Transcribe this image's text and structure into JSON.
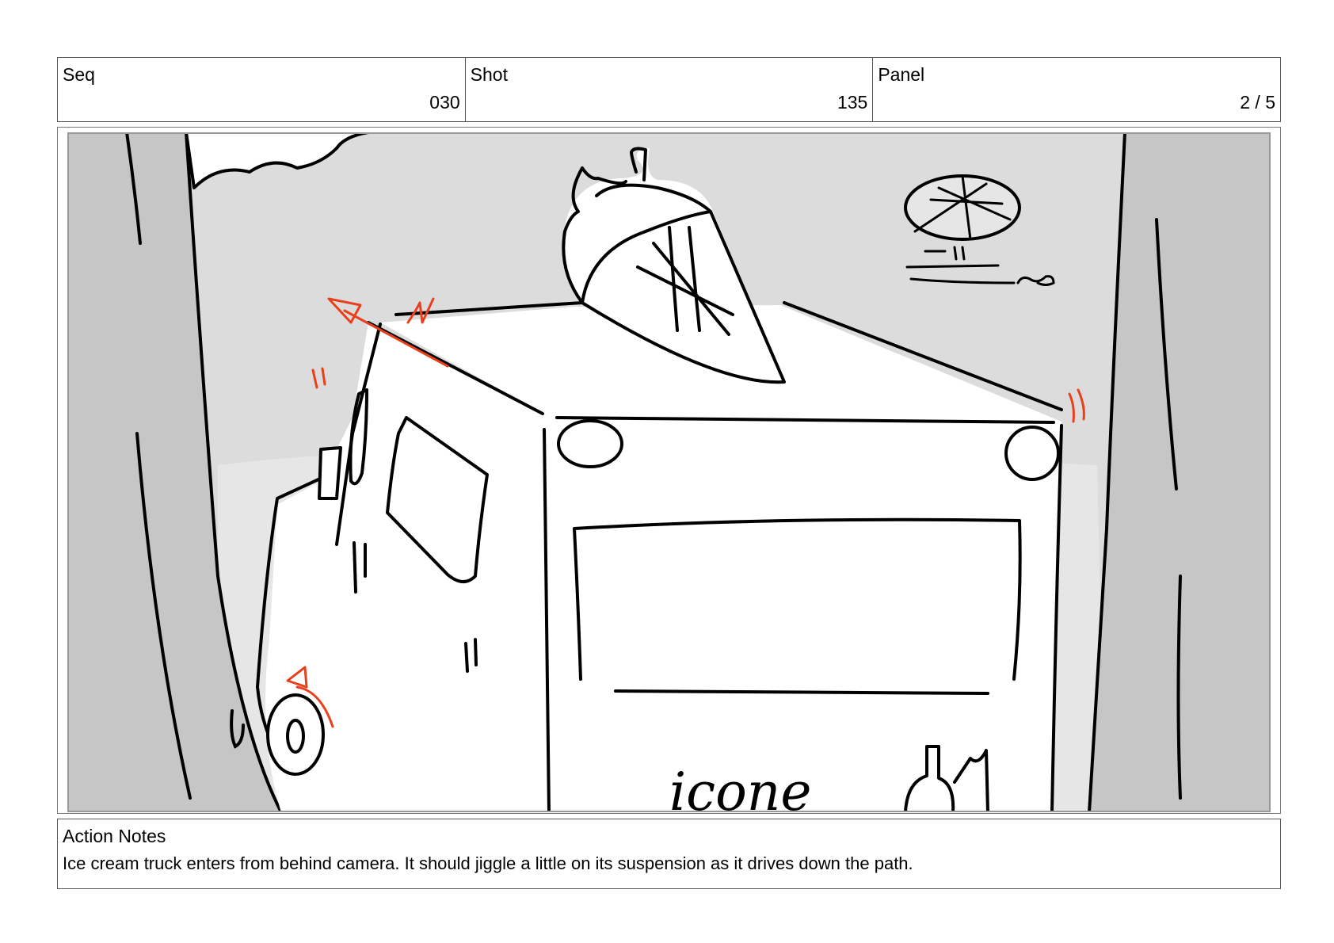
{
  "header": {
    "seq": {
      "label": "Seq",
      "value": "030"
    },
    "shot": {
      "label": "Shot",
      "value": "135"
    },
    "panel": {
      "label": "Panel",
      "value": "2 / 5"
    }
  },
  "drawing": {
    "truck_lettering": "icone",
    "colors": {
      "background": "#dcdcdc",
      "light_shadow": "#eeeeee",
      "tree": "#c6c6c6",
      "line": "#000000",
      "motion_marks": "#e8401c"
    }
  },
  "notes": {
    "label": "Action Notes",
    "text": "Ice cream truck enters from behind camera. It should jiggle a little on its suspension as it drives down the path."
  }
}
